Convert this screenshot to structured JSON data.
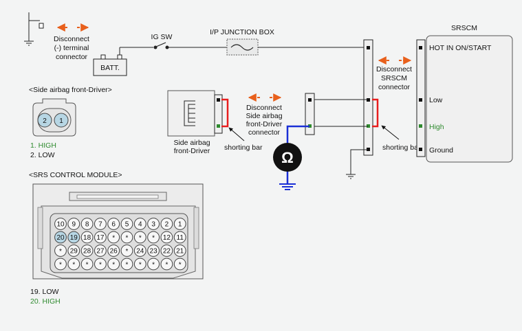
{
  "colors": {
    "accent_orange": "#e8601c",
    "wire_red": "#e81e1e",
    "wire_blue": "#1a2fd6",
    "pin_green": "#2e8a2e",
    "pin_highlight": "#b7d6e4",
    "box_fill": "#f0f0f0",
    "background": "#f3f4f4"
  },
  "labels": {
    "disconnect_terminal": [
      "Disconnect",
      "(-) terminal",
      "connector"
    ],
    "ig_sw": "IG SW",
    "ip_junction_box": "I/P JUNCTION BOX",
    "battery": "BATT.",
    "srscm_title": "SRSCM",
    "disconnect_srscm": [
      "Disconnect",
      "SRSCM",
      "connector"
    ],
    "disconnect_side_airbag": [
      "Disconnect",
      "Side airbag",
      "front-Driver",
      "connector"
    ],
    "side_airbag_component": [
      "Side airbag",
      "front-Driver"
    ],
    "shorting_bar_left": "shorting bar",
    "shorting_bar_right": "shorting bar",
    "ohm_symbol": "Ω"
  },
  "srscm_pins": {
    "hot": "HOT IN ON/START",
    "low": "Low",
    "high": "High",
    "ground": "Ground"
  },
  "side_airbag_section": {
    "title": "<Side airbag front-Driver>",
    "pins": [
      "2",
      "1"
    ],
    "legend": [
      {
        "text": "1. HIGH",
        "color": "#2e8a2e"
      },
      {
        "text": "2. LOW",
        "color": "#111111"
      }
    ]
  },
  "srs_module_section": {
    "title": "<SRS CONTROL MODULE>",
    "rows": [
      [
        "10",
        "9",
        "8",
        "7",
        "6",
        "5",
        "4",
        "3",
        "2",
        "1"
      ],
      [
        "20",
        "19",
        "18",
        "17",
        "*",
        "*",
        "*",
        "*",
        "12",
        "11"
      ],
      [
        "*",
        "29",
        "28",
        "27",
        "26",
        "*",
        "24",
        "23",
        "22",
        "21"
      ],
      [
        "*",
        "*",
        "*",
        "*",
        "*",
        "*",
        "*",
        "*",
        "*",
        "*"
      ]
    ],
    "highlighted_pins": [
      "20",
      "19"
    ],
    "legend": [
      {
        "text": "19. LOW",
        "color": "#111111"
      },
      {
        "text": "20. HIGH",
        "color": "#2e8a2e"
      }
    ]
  }
}
